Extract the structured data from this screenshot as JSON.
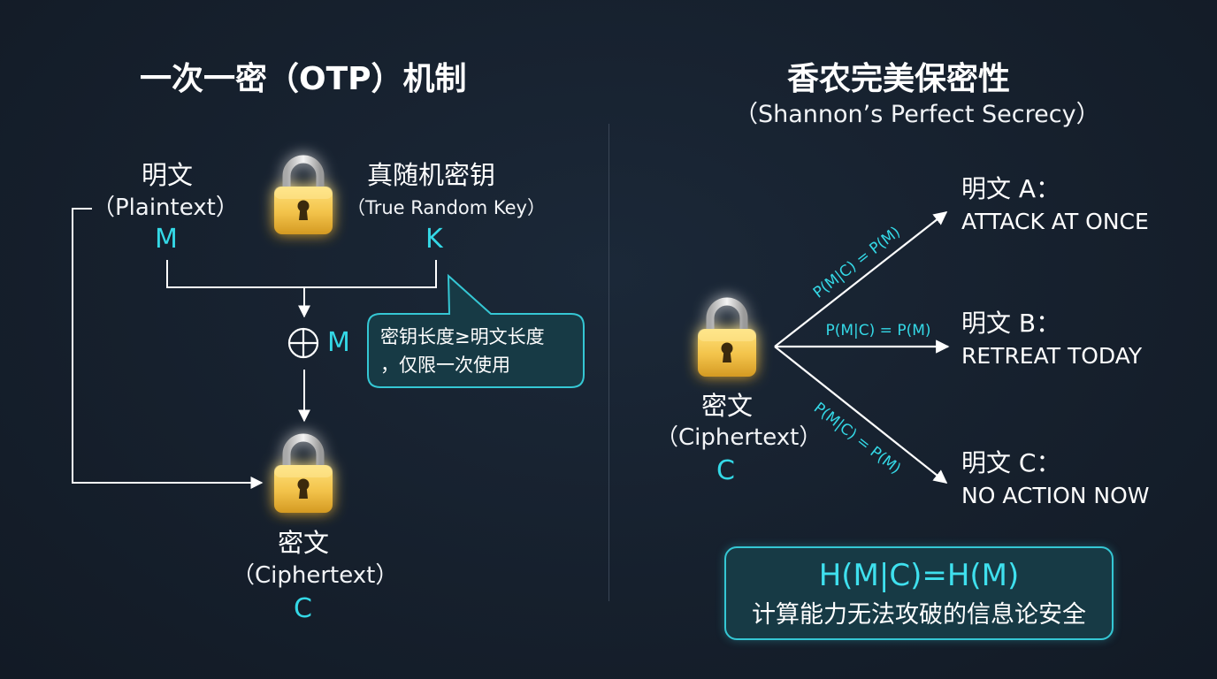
{
  "left": {
    "title": "一次一密（OTP）机制",
    "plaintext": {
      "cn": "明文",
      "en": "（Plaintext）",
      "var": "M"
    },
    "key": {
      "cn": "真随机密钥",
      "en": "（True Random Key）",
      "var": "K"
    },
    "xor_label": "M",
    "callout": {
      "line1": "密钥长度≥明文长度",
      "line2": "，仅限一次使用"
    },
    "ciphertext": {
      "cn": "密文",
      "en": "（Ciphertext）",
      "var": "C"
    }
  },
  "right": {
    "title": "香农完美保密性",
    "subtitle": "（Shannon’s Perfect Secrecy）",
    "ciphertext": {
      "cn": "密文",
      "en": "（Ciphertext）",
      "var": "C"
    },
    "branches": [
      {
        "prob": "P(M|C) = P(M)",
        "head": "明文 A：",
        "body": "ATTACK AT ONCE"
      },
      {
        "prob": "P(M|C) = P(M)",
        "head": "明文 B：",
        "body": "RETREAT TODAY"
      },
      {
        "prob": "P(M|C) = P(M)",
        "head": "明文 C：",
        "body": "NO ACTION NOW"
      }
    ],
    "formula_box": {
      "formula": "H(M|C)=H(M)",
      "desc": "计算能力无法攻破的信息论安全"
    }
  },
  "colors": {
    "background": "#16202d",
    "accent_cyan": "#34d8e6",
    "lock_gold": "#f2c94c",
    "line_white": "#ffffff",
    "divider": "#3a4656"
  },
  "icons": [
    "padlock-icon",
    "xor-icon",
    "arrow-icon"
  ]
}
